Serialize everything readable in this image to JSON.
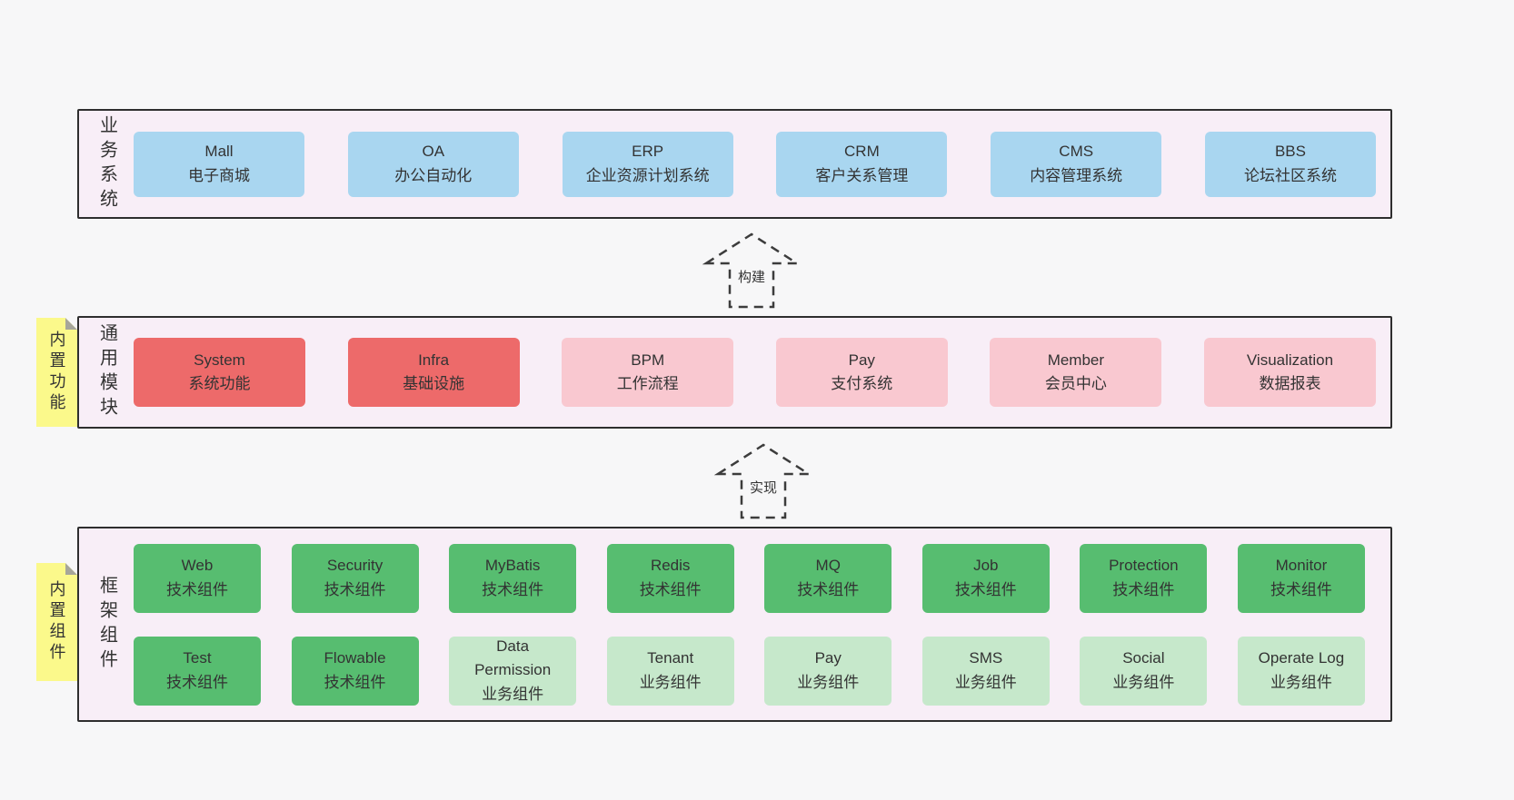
{
  "colors": {
    "page-bg": "#f7f7f8",
    "band-bg": "#f8eef7",
    "band-border": "#2e2e2e",
    "box-blue": "#a9d6f0",
    "box-red": "#ed6a6a",
    "box-pink": "#f9c8d0",
    "box-green": "#57bd70",
    "box-lightgreen": "#c6e8cb",
    "sticky-yellow": "#fbf98b",
    "sticky-fold": "#a6a69a",
    "arrow": "#3c3c3c",
    "text": "#333333"
  },
  "arrows": [
    {
      "label": "构建"
    },
    {
      "label": "实现"
    }
  ],
  "bands": [
    {
      "label": "业务系统",
      "boxes": [
        {
          "en": "Mall",
          "zh": "电子商城",
          "variant": "blue"
        },
        {
          "en": "OA",
          "zh": "办公自动化",
          "variant": "blue"
        },
        {
          "en": "ERP",
          "zh": "企业资源计划系统",
          "variant": "blue"
        },
        {
          "en": "CRM",
          "zh": "客户关系管理",
          "variant": "blue"
        },
        {
          "en": "CMS",
          "zh": "内容管理系统",
          "variant": "blue"
        },
        {
          "en": "BBS",
          "zh": "论坛社区系统",
          "variant": "blue"
        }
      ]
    },
    {
      "label": "通用模块",
      "sticky": "内置功能",
      "boxes": [
        {
          "en": "System",
          "zh": "系统功能",
          "variant": "red"
        },
        {
          "en": "Infra",
          "zh": "基础设施",
          "variant": "red"
        },
        {
          "en": "BPM",
          "zh": "工作流程",
          "variant": "pink"
        },
        {
          "en": "Pay",
          "zh": "支付系统",
          "variant": "pink"
        },
        {
          "en": "Member",
          "zh": "会员中心",
          "variant": "pink"
        },
        {
          "en": "Visualization",
          "zh": "数据报表",
          "variant": "pink"
        }
      ]
    },
    {
      "label": "框架组件",
      "sticky": "内置组件",
      "rows": [
        [
          {
            "en": "Web",
            "zh": "技术组件",
            "variant": "green"
          },
          {
            "en": "Security",
            "zh": "技术组件",
            "variant": "green"
          },
          {
            "en": "MyBatis",
            "zh": "技术组件",
            "variant": "green"
          },
          {
            "en": "Redis",
            "zh": "技术组件",
            "variant": "green"
          },
          {
            "en": "MQ",
            "zh": "技术组件",
            "variant": "green"
          },
          {
            "en": "Job",
            "zh": "技术组件",
            "variant": "green"
          },
          {
            "en": "Protection",
            "zh": "技术组件",
            "variant": "green"
          },
          {
            "en": "Monitor",
            "zh": "技术组件",
            "variant": "green"
          }
        ],
        [
          {
            "en": "Test",
            "zh": "技术组件",
            "variant": "green"
          },
          {
            "en": "Flowable",
            "zh": "技术组件",
            "variant": "green"
          },
          {
            "en": "Data Permission",
            "zh": "业务组件",
            "variant": "lightgreen"
          },
          {
            "en": "Tenant",
            "zh": "业务组件",
            "variant": "lightgreen"
          },
          {
            "en": "Pay",
            "zh": "业务组件",
            "variant": "lightgreen"
          },
          {
            "en": "SMS",
            "zh": "业务组件",
            "variant": "lightgreen"
          },
          {
            "en": "Social",
            "zh": "业务组件",
            "variant": "lightgreen"
          },
          {
            "en": "Operate Log",
            "zh": "业务组件",
            "variant": "lightgreen"
          }
        ]
      ]
    }
  ]
}
